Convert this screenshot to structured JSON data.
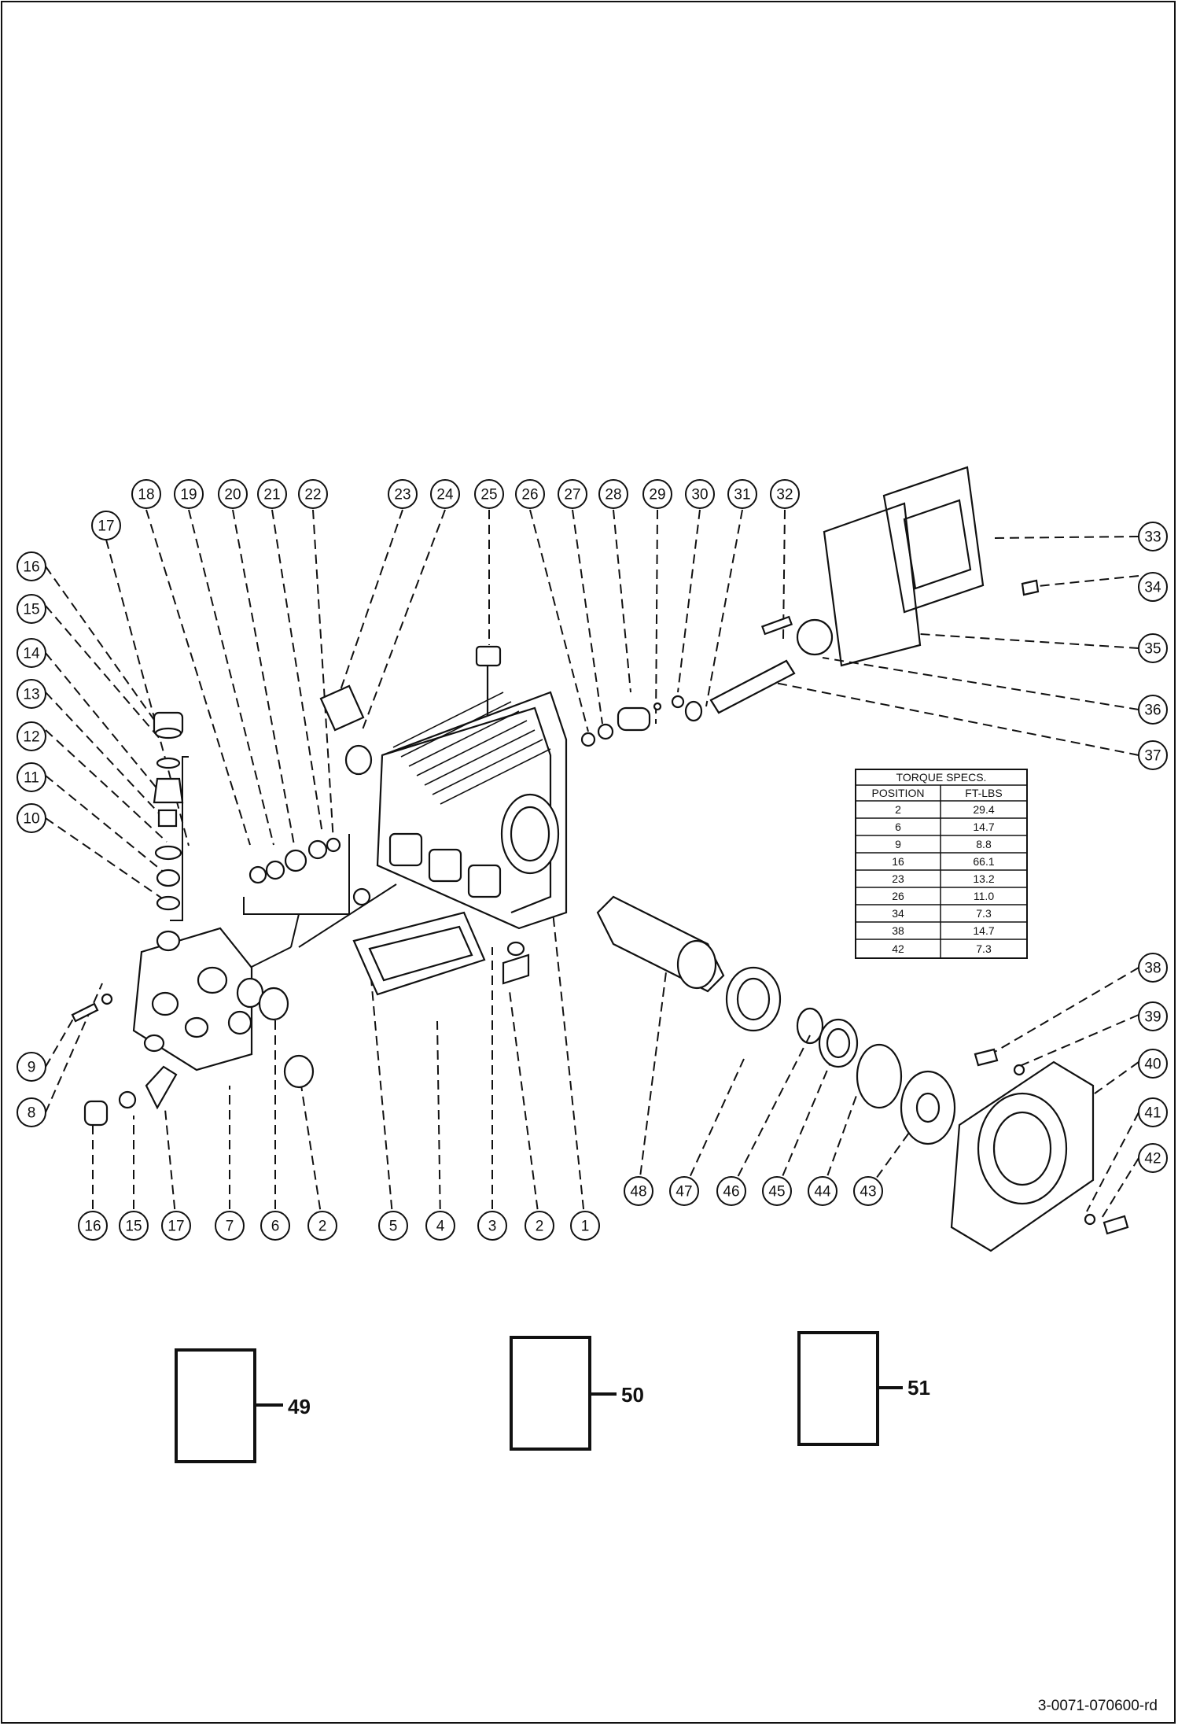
{
  "callouts": {
    "c18": "18",
    "c19": "19",
    "c20": "20",
    "c21": "21",
    "c22": "22",
    "c23": "23",
    "c24": "24",
    "c25": "25",
    "c26": "26",
    "c27": "27",
    "c28": "28",
    "c29": "29",
    "c30": "30",
    "c31": "31",
    "c32": "32",
    "c17a": "17",
    "c16": "16",
    "c15": "15",
    "c14": "14",
    "c13": "13",
    "c12": "12",
    "c11": "11",
    "c10": "10",
    "c9": "9",
    "c8": "8",
    "c33": "33",
    "c34": "34",
    "c35": "35",
    "c36": "36",
    "c37": "37",
    "c38": "38",
    "c39": "39",
    "c40": "40",
    "c41": "41",
    "c42": "42",
    "b16": "16",
    "b15": "15",
    "b17": "17",
    "b7": "7",
    "b6": "6",
    "b2a": "2",
    "b5": "5",
    "b4": "4",
    "b3": "3",
    "b2b": "2",
    "b1": "1",
    "b48": "48",
    "b47": "47",
    "b46": "46",
    "b45": "45",
    "b44": "44",
    "b43": "43"
  },
  "torque_table": {
    "title": "TORQUE SPECS.",
    "col_position": "POSITION",
    "col_value": "FT-LBS",
    "rows": [
      {
        "position": "2",
        "value": "29.4"
      },
      {
        "position": "6",
        "value": "14.7"
      },
      {
        "position": "9",
        "value": "8.8"
      },
      {
        "position": "16",
        "value": "66.1"
      },
      {
        "position": "23",
        "value": "13.2"
      },
      {
        "position": "26",
        "value": "11.0"
      },
      {
        "position": "34",
        "value": "7.3"
      },
      {
        "position": "38",
        "value": "14.7"
      },
      {
        "position": "42",
        "value": "7.3"
      }
    ]
  },
  "kits": {
    "k49": "49",
    "k50": "50",
    "k51": "51"
  },
  "footer": {
    "code": "3-0071-070600-rd"
  }
}
